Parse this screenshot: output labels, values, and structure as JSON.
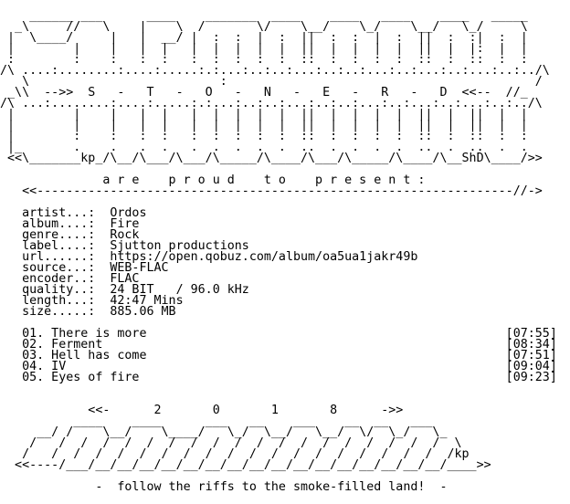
{
  "nfo": {
    "lines": [
      "",
      "    ______ ___      ____    _______  ____    ____   ____    ____   _____",
      "  _\\     //   \\    |    \\  /       \\/    \\__/    \\_/    \\__/   \\_/     \\",
      " |  \\____/     |   |  __/ |  :  :  |  :  ||  :  :  |  :  ||  :  :|  :  |",
      " |        |    |   |  |   |  |  |  |  |  ||  |  |  |  |  ||  |  |:  |  |",
      " :        :    :   :  :   :  :  :  :  :  ::  :  :  :  :  ::  :  ::  :  :",
      "/\\ ....:........:....:.....:.:...:..:..:...:..:..:...:..:...:..:...:..:../\\",
      "   \\                          :                                          /",
      " _\\\\  -->>  S   -   T   -   O   -   N   -   E   -   R   -   D  <<--  //_",
      "/\\ ...:........:....:.....:.:...:..:..:...:..:..:...:..:...:..:...:..:../\\",
      " |        |    |   |  |   |  |  |  |  |  ||  |  |  |  |  ||  |  ||  |  |",
      " |        |    |   |  |   |  |  |  |  |  ||  |  |  |  |  ||  |  ||  |  |",
      " |        :    :   :  :   :  :  :  :  :  ::  :  :  :  :  ::  :  ::  :  :",
      " |_       .    .   .  .   .  .  .  .  .  ..  .  .  .  .  ..  .  ..  .  .",
      " <<\\_______kp_/\\__/\\___/\\___/\\_____/\\____/\\___/\\_____/\\____/\\__ShD\\____/>>",
      "",
      "              a r e    p r o u d    t o    p r e s e n t :",
      "   <<-----------------------------------------------------------------//->",
      "",
      "   artist...:  Ordos",
      "   album....:  Fire",
      "   genre....:  Rock",
      "   label....:  Sjutton productions",
      "   url......:  https://open.qobuz.com/album/oa5ua1jakr49b",
      "   source...:  WEB-FLAC",
      "   encoder..:  FLAC",
      "   quality..:  24 BIT   / 96.0 kHz",
      "   length...:  42:47 Mins",
      "   size.....:  885.06 MB",
      "",
      "   01. There is more                                                 [07:55]",
      "   02. Ferment                                                       [08:34]",
      "   03. Hell has come                                                 [07:51]",
      "   04. IV                                                            [09:04]",
      "   05. Eyes of fire                                                  [09:23]",
      "",
      "",
      "            <<-      2       0       1       8      ->>",
      "          ____    ____      ___   __    ___    __  __   ___",
      "     __/ /    \\__/    \\____/   \\_/  \\__/   \\__/  \\/  \\_/   \\_",
      "    /   /  /  /  /  /  /  /  /  /  /  /  /  /  /  /  /  /  /  \\",
      "   /   /  /  /  /  /  /  /  /  /  /  /  /  /  /  /  /  /  /  /kp",
      "  <<----/___/__/__/__/__/__/__/__/__/__/__/__/__/__/__/__/__/____>>",
      "",
      "             -  follow the riffs to the smoke-filled land!  -"
    ]
  }
}
